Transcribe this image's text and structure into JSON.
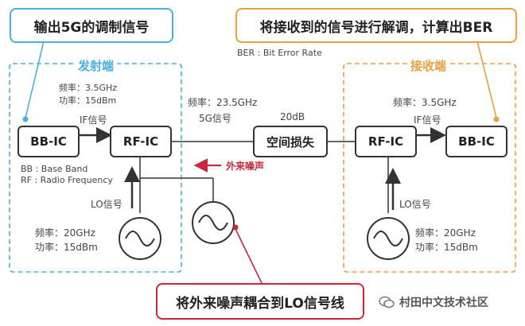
{
  "callouts": {
    "tx_output": "输出5G的调制信号",
    "rx_compute": "将接收到的信号进行解调，计算出BER",
    "noise_coupling": "将外来噪声耦合到LO信号线"
  },
  "ber_definition": "BER : Bit Error Rate",
  "regions": {
    "transmitter": "发射端",
    "receiver": "接收端"
  },
  "blocks": {
    "tx_bbic": "BB-IC",
    "tx_rfic": "RF-IC",
    "space_loss": "空间损失",
    "rx_rfic": "RF-IC",
    "rx_bbic": "BB-IC"
  },
  "labels": {
    "tx_if_freq": "频率：3.5GHz",
    "tx_if_power": "功率：15dBm",
    "tx_if_signal": "IF信号",
    "abbr_bb": "BB : Base Band",
    "abbr_rf": "RF : Radio Frequency",
    "rf_freq": "频率：23.5GHz",
    "rf_5g_signal": "5G信号",
    "loss_db": "20dB",
    "external_noise": "外来噪声",
    "rx_if_freq": "频率：3.5GHz",
    "rx_if_signal": "IF信号",
    "tx_lo_signal": "LO信号",
    "tx_lo_freq": "频率：20GHz",
    "tx_lo_power": "功率：15dBm",
    "rx_lo_signal": "LO信号",
    "rx_lo_freq": "频率：20GHz",
    "rx_lo_power": "功率：15dBm"
  },
  "watermark": "村田中文技术社区",
  "colors": {
    "tx_accent": "#4ab0de",
    "rx_accent": "#e8a040",
    "noise_red": "#c8283a",
    "line": "#333333"
  }
}
